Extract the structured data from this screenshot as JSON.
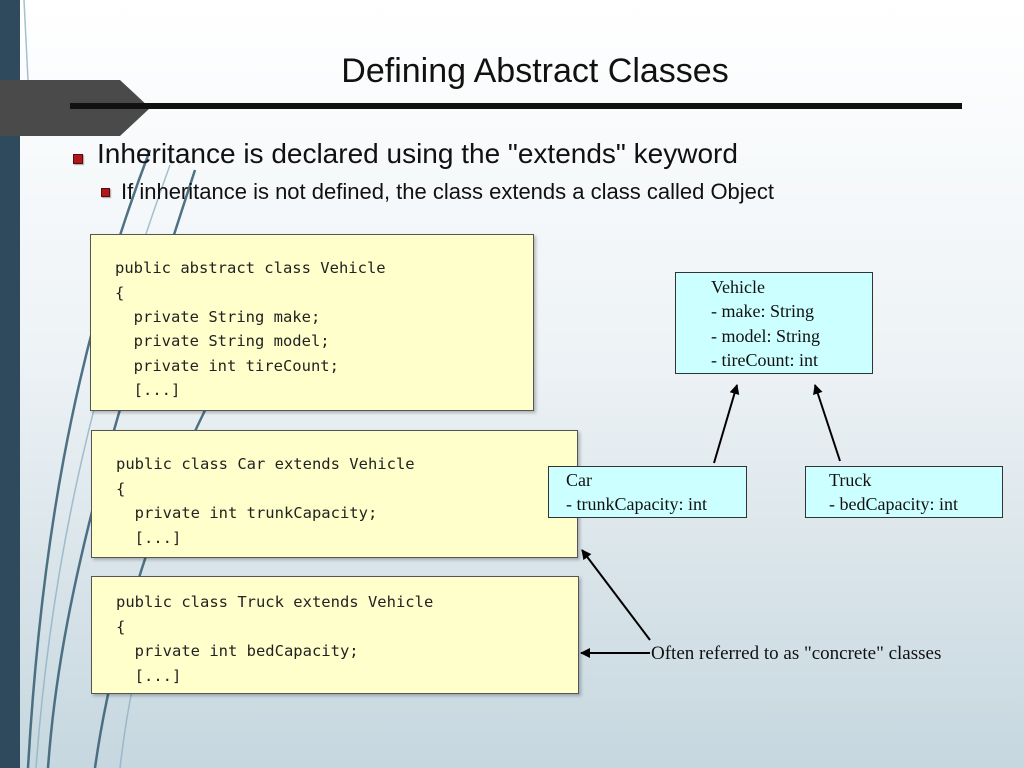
{
  "title": "Defining Abstract Classes",
  "bullets": [
    "Inheritance is declared using the \"extends\" keyword",
    "If inheritance is not defined, the class extends a class called Object"
  ],
  "code": {
    "vehicle": [
      "public abstract class Vehicle",
      "{",
      "  private String make;",
      "  private String model;",
      "  private int tireCount;",
      "  [...]"
    ],
    "car": [
      "public class Car extends Vehicle",
      "{",
      "  private int trunkCapacity;",
      "  [...]"
    ],
    "truck": [
      "public class Truck extends Vehicle",
      "{",
      "  private int bedCapacity;",
      "  [...]"
    ]
  },
  "uml": {
    "vehicle": [
      "Vehicle",
      "- make: String",
      "- model: String",
      "- tireCount: int"
    ],
    "car": [
      "Car",
      "- trunkCapacity: int"
    ],
    "truck": [
      "Truck",
      "- bedCapacity: int"
    ]
  },
  "note": "Often referred to as \"concrete\" classes",
  "colors": {
    "code_box": "#ffffcc",
    "uml_box": "#ccffff",
    "accent_strip": "#2e4a5c",
    "bullet_marker": "#b0161a"
  }
}
